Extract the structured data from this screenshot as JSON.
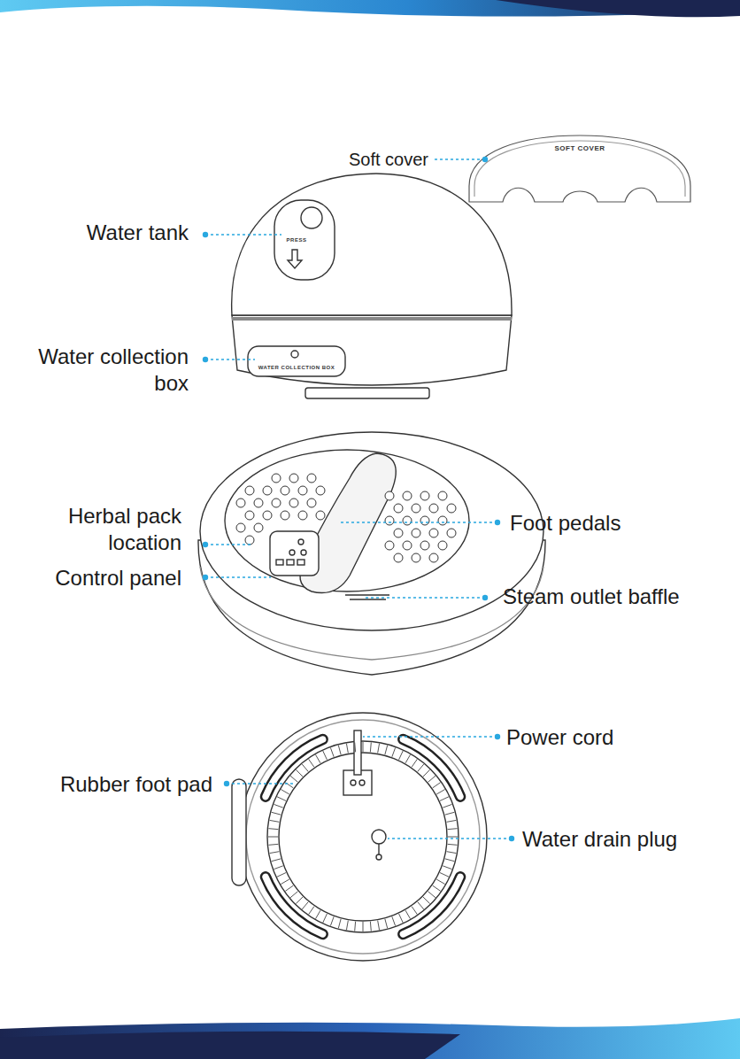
{
  "diagram": {
    "labels": [
      "Soft cover",
      "SOFT COVER",
      "Water tank",
      "PRESS",
      "Water collection box",
      "WATER COLLECTION BOX",
      "Herbal pack location",
      "Foot pedals",
      "Control panel",
      "Steam outlet baffle",
      "Power cord",
      "Rubber foot pad",
      "Water drain plug"
    ]
  }
}
